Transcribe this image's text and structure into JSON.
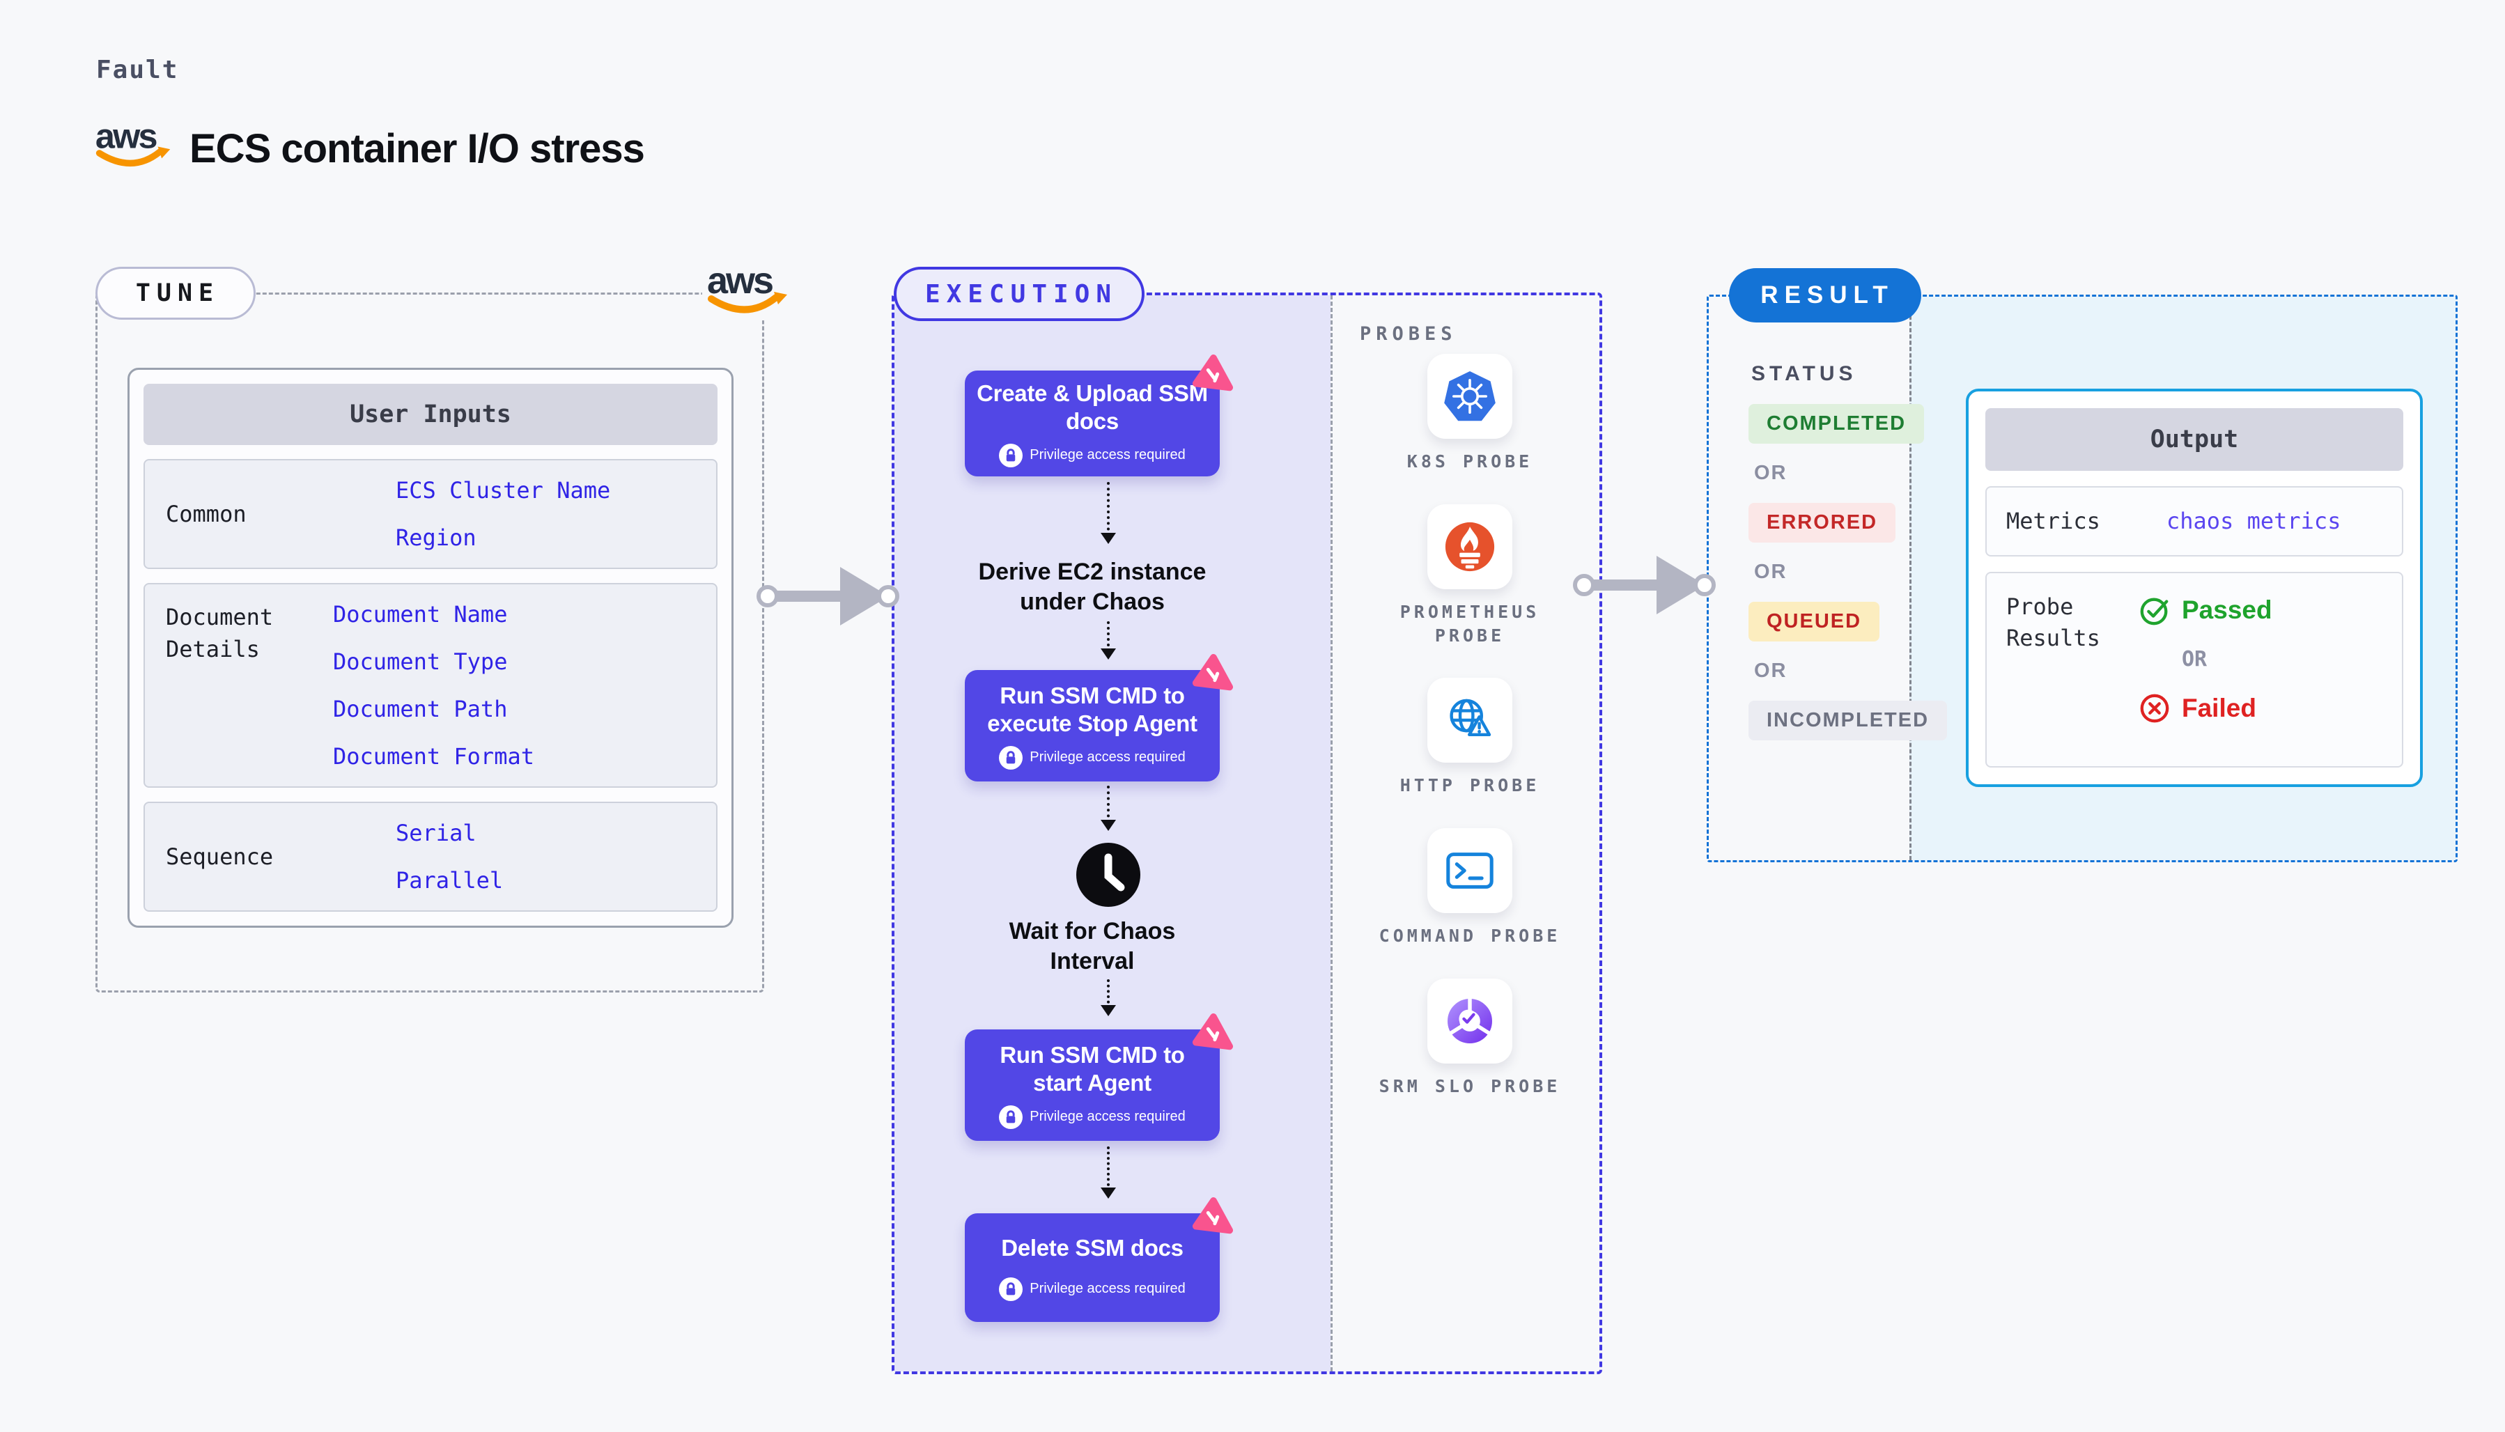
{
  "header": {
    "kicker": "Fault",
    "title": "ECS container I/O stress",
    "aws_logo": "aws"
  },
  "tune": {
    "label": "TUNE",
    "table": {
      "header": "User Inputs",
      "rows": [
        {
          "label": "Common",
          "links": [
            "ECS Cluster Name",
            "Region"
          ]
        },
        {
          "label": "Document Details",
          "links": [
            "Document Name",
            "Document Type",
            "Document Path",
            "Document Format"
          ]
        },
        {
          "label": "Sequence",
          "links": [
            "Serial",
            "Parallel"
          ]
        }
      ]
    }
  },
  "execution": {
    "label": "EXECUTION",
    "lock_text": "Privilege access required",
    "steps": [
      {
        "title": "Create & Upload SSM docs"
      },
      {
        "title": "Derive EC2 instance under Chaos"
      },
      {
        "title": "Run SSM CMD to execute Stop Agent"
      },
      {
        "title": "Wait for Chaos Interval"
      },
      {
        "title": "Run SSM CMD to start Agent"
      },
      {
        "title": "Delete SSM docs"
      }
    ]
  },
  "probes": {
    "label": "PROBES",
    "items": [
      {
        "name": "K8S PROBE",
        "icon": "kubernetes-icon"
      },
      {
        "name": "PROMETHEUS PROBE",
        "icon": "prometheus-icon"
      },
      {
        "name": "HTTP PROBE",
        "icon": "globe-warning-icon"
      },
      {
        "name": "COMMAND PROBE",
        "icon": "terminal-icon"
      },
      {
        "name": "SRM SLO PROBE",
        "icon": "slo-donut-check-icon"
      }
    ]
  },
  "result": {
    "label": "RESULT",
    "status_label": "STATUS",
    "or_label": "OR",
    "statuses": [
      {
        "text": "COMPLETED",
        "fg": "#1e7d32",
        "bg": "#dff0dd"
      },
      {
        "text": "ERRORED",
        "fg": "#c32727",
        "bg": "#fbe7e7"
      },
      {
        "text": "QUEUED",
        "fg": "#bf2222",
        "bg": "#fcedbf"
      },
      {
        "text": "INCOMPLETED",
        "fg": "#6d7181",
        "bg": "#ebecf2"
      }
    ],
    "output": {
      "header": "Output",
      "metrics_label": "Metrics",
      "metrics_value": "chaos metrics",
      "probe_results_label": "Probe Results",
      "passed": "Passed",
      "or": "OR",
      "failed": "Failed"
    }
  },
  "colors": {
    "indigo_accent": "#4138e2",
    "step_block": "#5247e6",
    "result_blue": "#1473d6",
    "output_border": "#18a0e0",
    "chaos_pink": "#f9548e",
    "link_blue": "#2f23e6",
    "passed_green": "#1ea32c",
    "failed_red": "#df2222"
  }
}
